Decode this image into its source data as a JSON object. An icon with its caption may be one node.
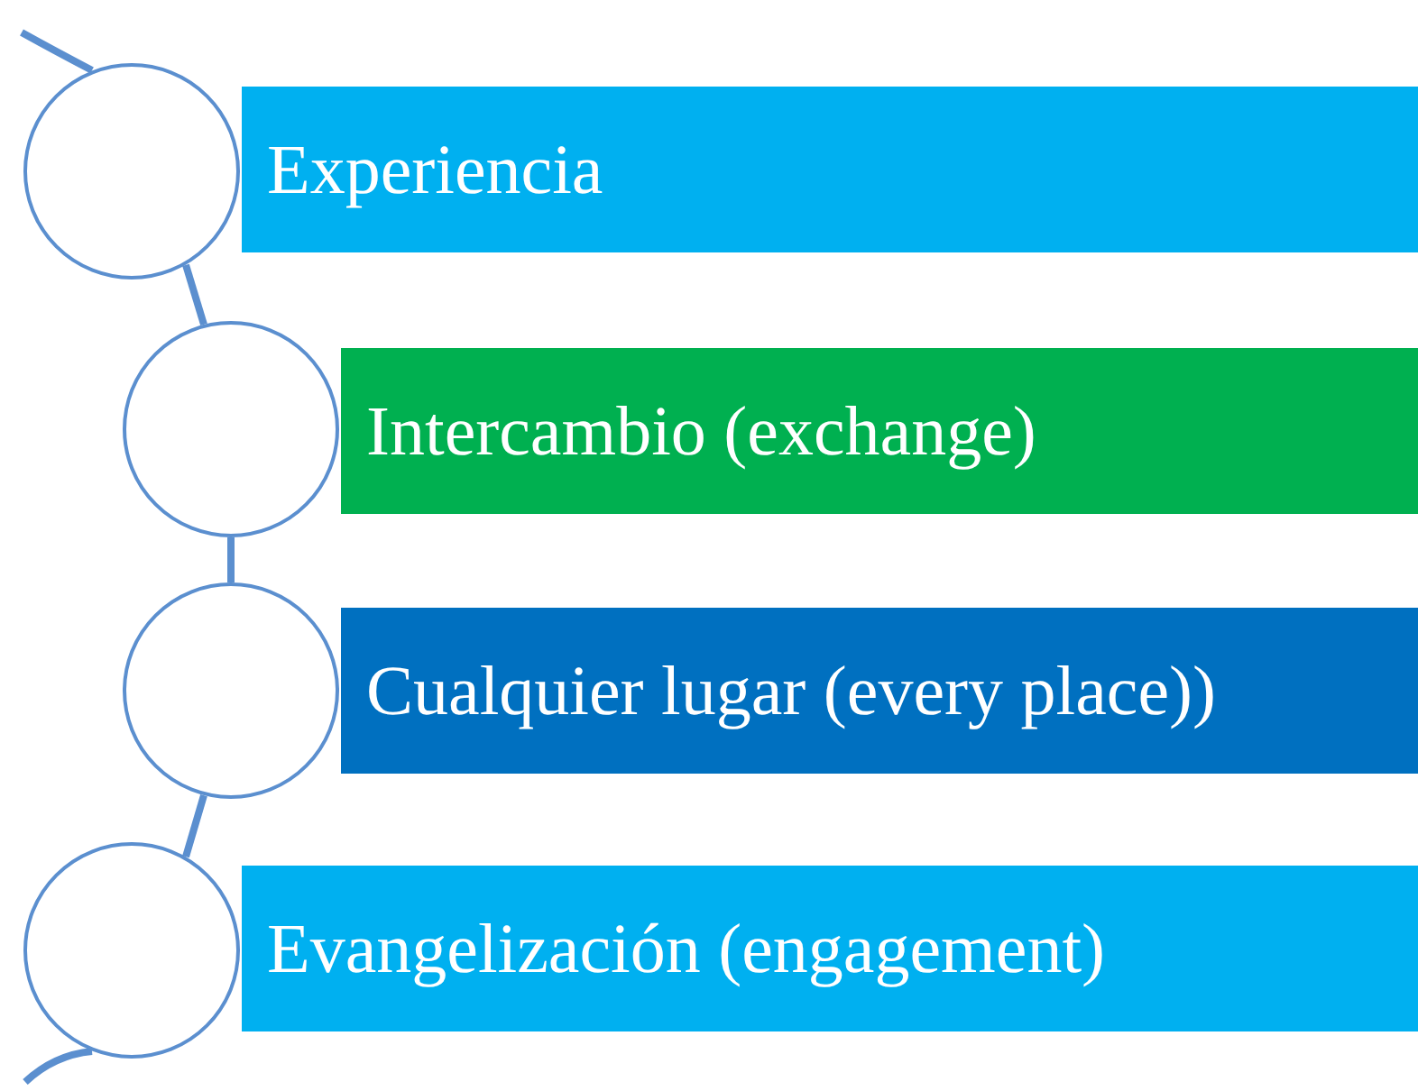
{
  "diagram": {
    "nodes": [
      {
        "text": [],
        "shape": "circle"
      },
      {
        "text": [
          "Experiencia"
        ]
      },
      {
        "text": [],
        "shape": "circle"
      },
      {
        "text": [
          "Intercambio (exchange)"
        ]
      },
      {
        "text": [],
        "shape": "circle"
      },
      {
        "text": [
          "Cualquier lugar (every place))"
        ]
      },
      {
        "text": [],
        "shape": "circle"
      },
      {
        "text": [
          "Evangelización (engagement)"
        ]
      }
    ],
    "edges": [
      {
        "from": 0,
        "to": 2,
        "arrow": "none"
      },
      {
        "from": 2,
        "to": 4,
        "arrow": "none"
      },
      {
        "from": 4,
        "to": 6,
        "arrow": "none"
      }
    ]
  }
}
